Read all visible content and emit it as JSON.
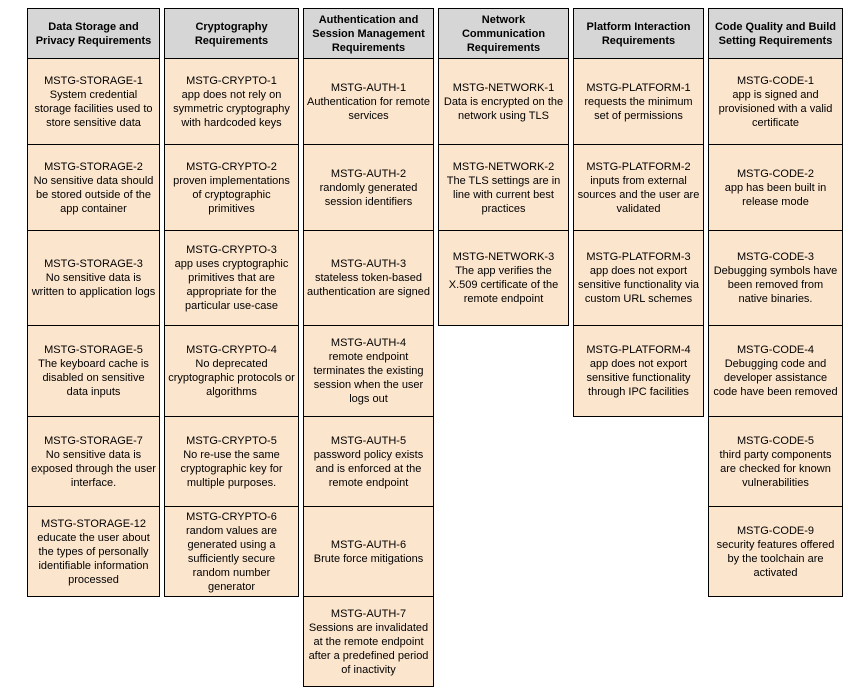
{
  "colors": {
    "header_bg": "#d6d6d6",
    "cell_bg": "#fce5cd",
    "border": "#000000"
  },
  "columns": [
    {
      "header": "Data Storage and Privacy Requirements",
      "cells": [
        {
          "code": "MSTG-STORAGE-1",
          "desc": "System credential storage facilities used to store sensitive data"
        },
        {
          "code": "MSTG-STORAGE-2",
          "desc": "No sensitive data should be stored outside of the app container"
        },
        {
          "code": "MSTG-STORAGE-3",
          "desc": "No sensitive data is written to application logs"
        },
        {
          "code": "MSTG-STORAGE-5",
          "desc": "The keyboard cache is disabled on sensitive data inputs"
        },
        {
          "code": "MSTG-STORAGE-7",
          "desc": "No sensitive data is exposed through the user interface."
        },
        {
          "code": "MSTG-STORAGE-12",
          "desc": "educate the user about the types of personally identifiable information processed"
        }
      ]
    },
    {
      "header": "Cryptography Requirements",
      "cells": [
        {
          "code": "MSTG-CRYPTO-1",
          "desc": "app does not rely on symmetric cryptography with hardcoded keys"
        },
        {
          "code": "MSTG-CRYPTO-2",
          "desc": "proven implementations of cryptographic primitives"
        },
        {
          "code": "MSTG-CRYPTO-3",
          "desc": "app uses cryptographic primitives that are appropriate for the particular use-case"
        },
        {
          "code": "MSTG-CRYPTO-4",
          "desc": "No deprecated cryptographic protocols or algorithms"
        },
        {
          "code": "MSTG-CRYPTO-5",
          "desc": "No re-use the same cryptographic key for multiple purposes."
        },
        {
          "code": "MSTG-CRYPTO-6",
          "desc": "random values are generated using a sufficiently secure random number generator"
        }
      ]
    },
    {
      "header": "Authentication and Session Management Requirements",
      "cells": [
        {
          "code": "MSTG-AUTH-1",
          "desc": "Authentication for remote services"
        },
        {
          "code": "MSTG-AUTH-2",
          "desc": "randomly generated session identifiers"
        },
        {
          "code": "MSTG-AUTH-3",
          "desc": "stateless token-based authentication are signed"
        },
        {
          "code": "MSTG-AUTH-4",
          "desc": "remote endpoint terminates the existing session when the user logs out"
        },
        {
          "code": "MSTG-AUTH-5",
          "desc": "password policy exists and is enforced at the remote endpoint"
        },
        {
          "code": "MSTG-AUTH-6",
          "desc": "Brute force mitigations"
        },
        {
          "code": "MSTG-AUTH-7",
          "desc": "Sessions are invalidated at the remote endpoint after a predefined period of inactivity"
        }
      ]
    },
    {
      "header": "Network Communication Requirements",
      "cells": [
        {
          "code": "MSTG-NETWORK-1",
          "desc": "Data is encrypted on the network using TLS"
        },
        {
          "code": "MSTG-NETWORK-2",
          "desc": "The TLS settings are in line with current best practices"
        },
        {
          "code": "MSTG-NETWORK-3",
          "desc": "The app verifies the X.509 certificate of the remote endpoint"
        }
      ]
    },
    {
      "header": "Platform Interaction Requirements",
      "cells": [
        {
          "code": "MSTG-PLATFORM-1",
          "desc": "requests the minimum set of permissions"
        },
        {
          "code": "MSTG-PLATFORM-2",
          "desc": "inputs from external sources and the user are validated"
        },
        {
          "code": "MSTG-PLATFORM-3",
          "desc": "app does not export sensitive functionality via custom URL schemes"
        },
        {
          "code": "MSTG-PLATFORM-4",
          "desc": "app does not export sensitive functionality through IPC facilities"
        }
      ]
    },
    {
      "header": "Code Quality and Build Setting Requirements",
      "cells": [
        {
          "code": "MSTG-CODE-1",
          "desc": "app is signed and provisioned with a valid certificate"
        },
        {
          "code": "MSTG-CODE-2",
          "desc": "app has been built in release mode"
        },
        {
          "code": "MSTG-CODE-3",
          "desc": "Debugging symbols have been removed from native binaries."
        },
        {
          "code": "MSTG-CODE-4",
          "desc": "Debugging code and developer assistance code have been removed"
        },
        {
          "code": "MSTG-CODE-5",
          "desc": "third party components are checked for known vulnerabilities"
        },
        {
          "code": "MSTG-CODE-9",
          "desc": "security features offered by the toolchain are activated"
        }
      ]
    }
  ]
}
